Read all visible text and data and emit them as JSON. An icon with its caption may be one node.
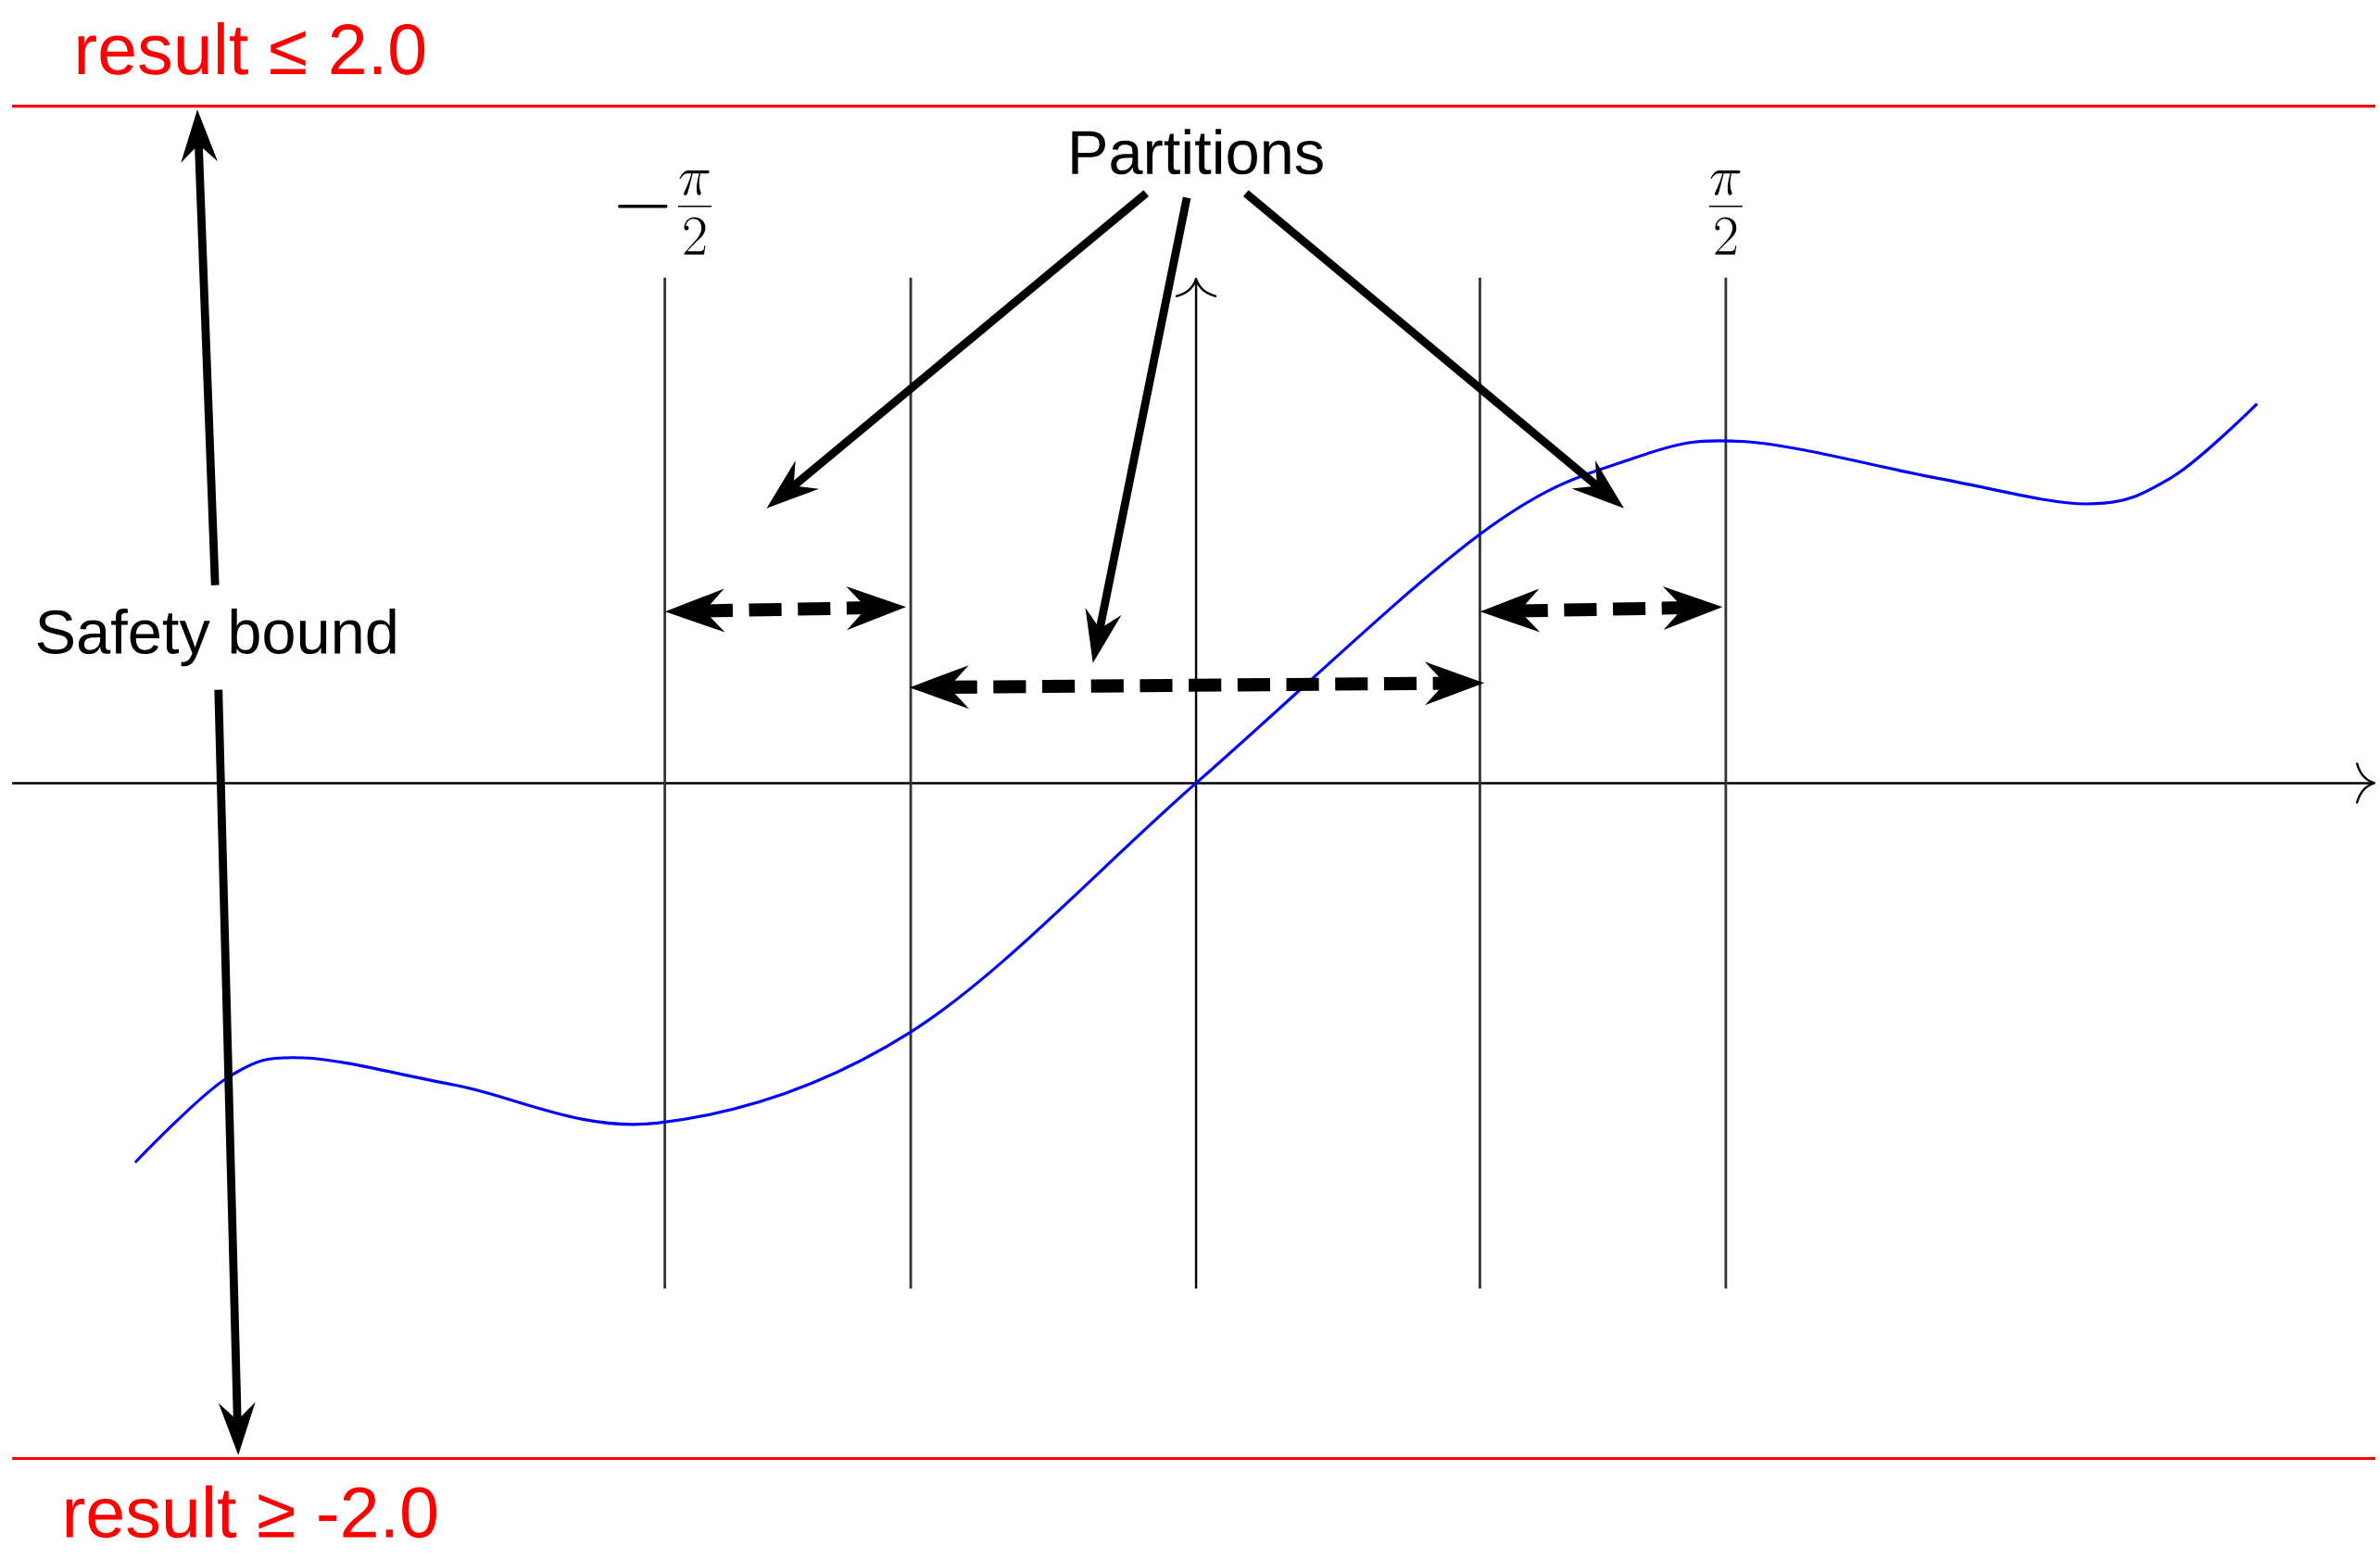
{
  "diagram": {
    "nodes": [
      {
        "text": [
          "result ≤ 2.0"
        ]
      },
      {
        "text": [
          "Safety bound"
        ]
      },
      {
        "text": [
          "result ≥ -2.0"
        ]
      },
      {
        "text": [
          "Partitions"
        ]
      }
    ],
    "edges": [
      {
        "from": 1,
        "to": 0,
        "arrow": "to"
      },
      {
        "from": 1,
        "to": 2,
        "arrow": "to"
      },
      {
        "from": 3,
        "to": null,
        "arrow": "to"
      },
      {
        "from": 3,
        "to": null,
        "arrow": "to"
      },
      {
        "from": 3,
        "to": null,
        "arrow": "to"
      }
    ],
    "labels": [
      "-\\frac{\\pi}{2}",
      "\\frac{\\pi}{2}"
    ]
  }
}
